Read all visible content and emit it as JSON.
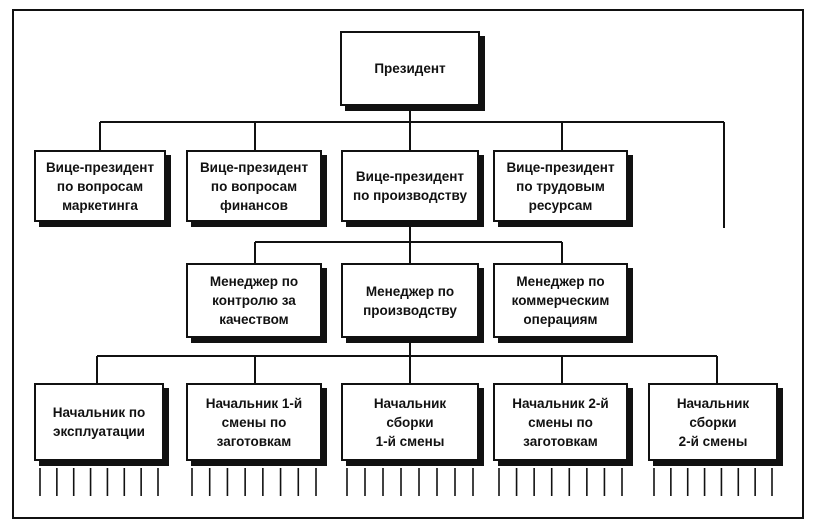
{
  "org_chart": {
    "president": "Президент",
    "vice_presidents": [
      "Вице-президент\nпо вопросам\nмаркетинга",
      "Вице-президент\nпо вопросам\nфинансов",
      "Вице-президент\nпо производству",
      "Вице-президент\nпо трудовым\nресурсам"
    ],
    "managers": [
      "Менеджер по\nконтролю за\nкачеством",
      "Менеджер по\nпроизводству",
      "Менеджер по\nкоммерческим\nоперациям"
    ],
    "heads": [
      "Начальник по\nэксплуатации",
      "Начальник 1-й\nсмены по\nзаготовкам",
      "Начальник\nсборки\n1-й смены",
      "Начальник 2-й\nсмены по\nзаготовкам",
      "Начальник\nсборки\n2-й смены"
    ]
  }
}
